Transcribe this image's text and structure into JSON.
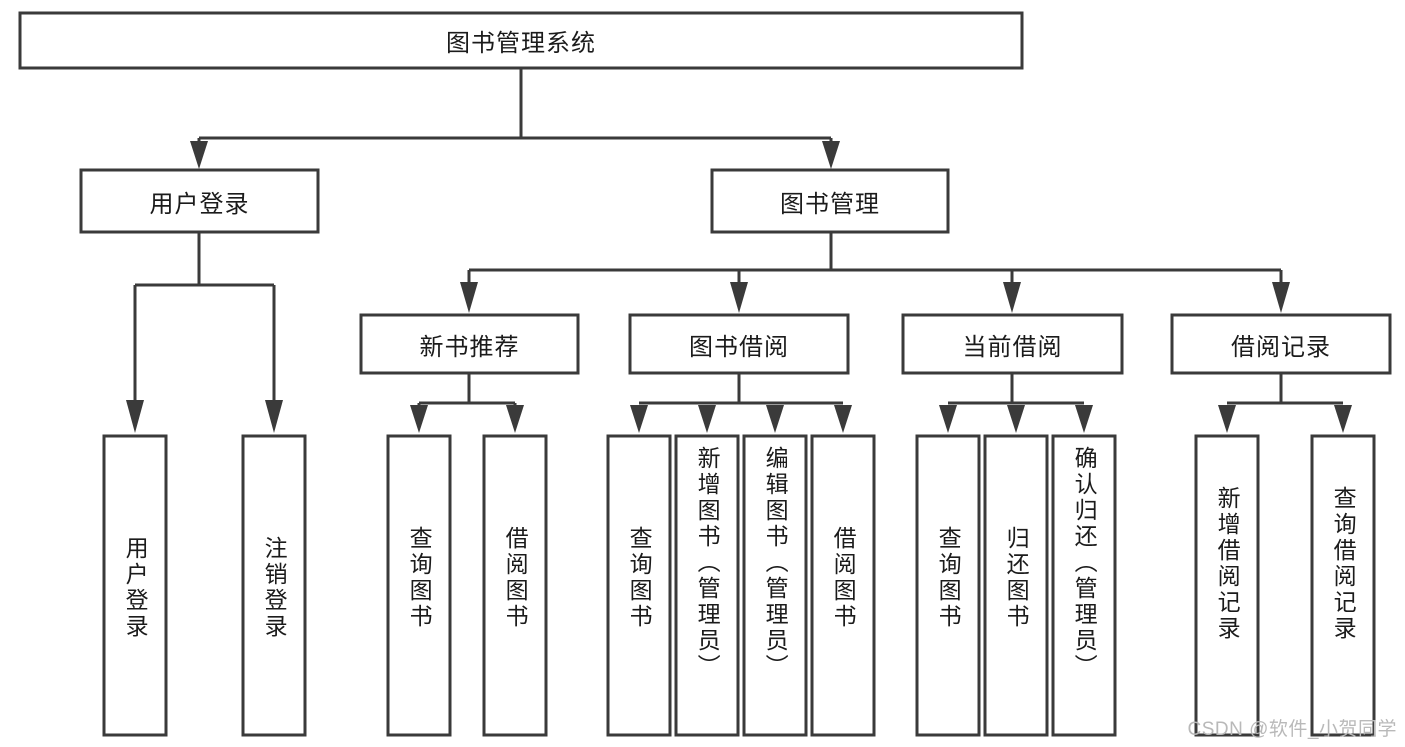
{
  "diagram": {
    "title": "图书管理系统",
    "type": "tree-diagram",
    "root": {
      "id": "root",
      "label": "图书管理系统",
      "orientation": "horizontal"
    },
    "level2": [
      {
        "id": "user-login",
        "label": "用户登录",
        "orientation": "horizontal"
      },
      {
        "id": "book-management",
        "label": "图书管理",
        "orientation": "horizontal"
      }
    ],
    "level3": [
      {
        "id": "new-book-recommend",
        "label": "新书推荐",
        "parent": "book-management",
        "orientation": "horizontal"
      },
      {
        "id": "book-borrow",
        "label": "图书借阅",
        "parent": "book-management",
        "orientation": "horizontal"
      },
      {
        "id": "current-borrow",
        "label": "当前借阅",
        "parent": "book-management",
        "orientation": "horizontal"
      },
      {
        "id": "borrow-record",
        "label": "借阅记录",
        "parent": "book-management",
        "orientation": "horizontal"
      }
    ],
    "leaves": [
      {
        "id": "leaf-user-login",
        "label": "用户登录",
        "parent": "user-login",
        "orientation": "vertical"
      },
      {
        "id": "leaf-logout-login",
        "label": "注销登录",
        "parent": "user-login",
        "orientation": "vertical"
      },
      {
        "id": "leaf-query-book-1",
        "label": "查询图书",
        "parent": "new-book-recommend",
        "orientation": "vertical"
      },
      {
        "id": "leaf-borrow-book-1",
        "label": "借阅图书",
        "parent": "new-book-recommend",
        "orientation": "vertical"
      },
      {
        "id": "leaf-query-book-2",
        "label": "查询图书",
        "parent": "book-borrow",
        "orientation": "vertical"
      },
      {
        "id": "leaf-add-book-admin",
        "label": "新增图书（管理员）",
        "parent": "book-borrow",
        "orientation": "vertical"
      },
      {
        "id": "leaf-edit-book-admin",
        "label": "编辑图书（管理员）",
        "parent": "book-borrow",
        "orientation": "vertical"
      },
      {
        "id": "leaf-borrow-book-2",
        "label": "借阅图书",
        "parent": "book-borrow",
        "orientation": "vertical"
      },
      {
        "id": "leaf-query-book-3",
        "label": "查询图书",
        "parent": "current-borrow",
        "orientation": "vertical"
      },
      {
        "id": "leaf-return-book",
        "label": "归还图书",
        "parent": "current-borrow",
        "orientation": "vertical"
      },
      {
        "id": "leaf-confirm-return-admin",
        "label": "确认归还（管理员）",
        "parent": "current-borrow",
        "orientation": "vertical"
      },
      {
        "id": "leaf-add-borrow-record",
        "label": "新增借阅记录",
        "parent": "borrow-record",
        "orientation": "vertical"
      },
      {
        "id": "leaf-query-borrow-record",
        "label": "查询借阅记录",
        "parent": "borrow-record",
        "orientation": "vertical"
      }
    ],
    "colors": {
      "stroke": "#3a3a3a",
      "fill": "#ffffff",
      "text": "#1b1b1b",
      "watermark": "#b9b9b9"
    }
  },
  "watermark": {
    "text": "CSDN @软件_小贺同学"
  }
}
